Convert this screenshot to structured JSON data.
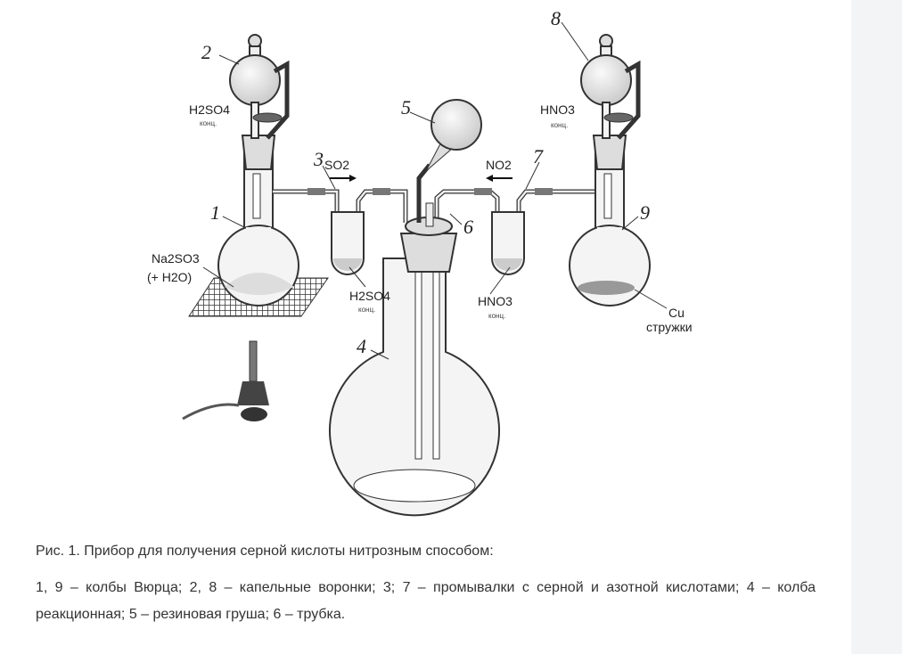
{
  "figure": {
    "labels": {
      "n1": "1",
      "n2": "2",
      "n3": "3",
      "n4": "4",
      "n5": "5",
      "n6": "6",
      "n7": "7",
      "n8": "8",
      "n9": "9",
      "h2so4_funnel": "H2SO4",
      "h2so4_funnel_note": "конц.",
      "hno3_funnel": "HNO3",
      "hno3_funnel_note": "конц.",
      "h2so4_wash": "H2SO4",
      "h2so4_wash_note": "конц.",
      "hno3_wash": "HNO3",
      "hno3_wash_note": "конц.",
      "na2so3": "Na2SO3",
      "na2so3_water": "(+ H2O)",
      "so2": "SO2",
      "no2": "NO2",
      "cu": "Cu",
      "cu_note": "стружки"
    }
  },
  "caption": {
    "title": "Рис. 1. Прибор для получения серной кислоты нитрозным способом:",
    "legend": "1, 9 – колбы Вюрца; 2, 8 – капельные воронки; 3; 7 – промывалки с серной и азотной кислотами; 4 – колба реакционная; 5 – резиновая груша; 6 – трубка."
  }
}
